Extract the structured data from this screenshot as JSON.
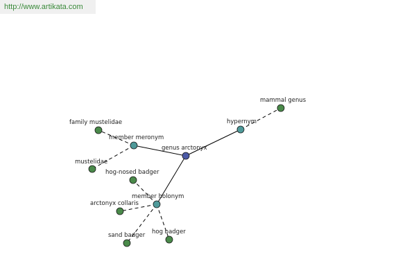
{
  "site": {
    "url": "http://www.artikata.com"
  },
  "colors": {
    "center": "#4c5aa6",
    "relation": "#4f9a9a",
    "leaf": "#4a8a4a"
  },
  "graph": {
    "nodes": [
      {
        "id": "genus-arctonyx",
        "label": "genus arctonyx",
        "kind": "center"
      },
      {
        "id": "hypernym",
        "label": "hypernym",
        "kind": "relation"
      },
      {
        "id": "member-meronym",
        "label": "member meronym",
        "kind": "relation"
      },
      {
        "id": "member-holonym",
        "label": "member holonym",
        "kind": "relation"
      },
      {
        "id": "mammal-genus",
        "label": "mammal genus",
        "kind": "leaf"
      },
      {
        "id": "family-mustelidae",
        "label": "family mustelidae",
        "kind": "leaf"
      },
      {
        "id": "mustelidae",
        "label": "mustelidae",
        "kind": "leaf"
      },
      {
        "id": "hog-nosed-badger",
        "label": "hog-nosed badger",
        "kind": "leaf"
      },
      {
        "id": "arctonyx-collaris",
        "label": "arctonyx collaris",
        "kind": "leaf"
      },
      {
        "id": "sand-badger",
        "label": "sand badger",
        "kind": "leaf"
      },
      {
        "id": "hog-badger",
        "label": "hog badger",
        "kind": "leaf"
      }
    ],
    "edges": [
      {
        "from": "genus-arctonyx",
        "to": "hypernym",
        "style": "solid"
      },
      {
        "from": "genus-arctonyx",
        "to": "member-meronym",
        "style": "solid"
      },
      {
        "from": "genus-arctonyx",
        "to": "member-holonym",
        "style": "solid"
      },
      {
        "from": "hypernym",
        "to": "mammal-genus",
        "style": "dashed"
      },
      {
        "from": "member-meronym",
        "to": "family-mustelidae",
        "style": "dashed"
      },
      {
        "from": "member-meronym",
        "to": "mustelidae",
        "style": "dashed"
      },
      {
        "from": "member-holonym",
        "to": "hog-nosed-badger",
        "style": "dashed"
      },
      {
        "from": "member-holonym",
        "to": "arctonyx-collaris",
        "style": "dashed"
      },
      {
        "from": "member-holonym",
        "to": "sand-badger",
        "style": "dashed"
      },
      {
        "from": "member-holonym",
        "to": "hog-badger",
        "style": "dashed"
      }
    ]
  }
}
